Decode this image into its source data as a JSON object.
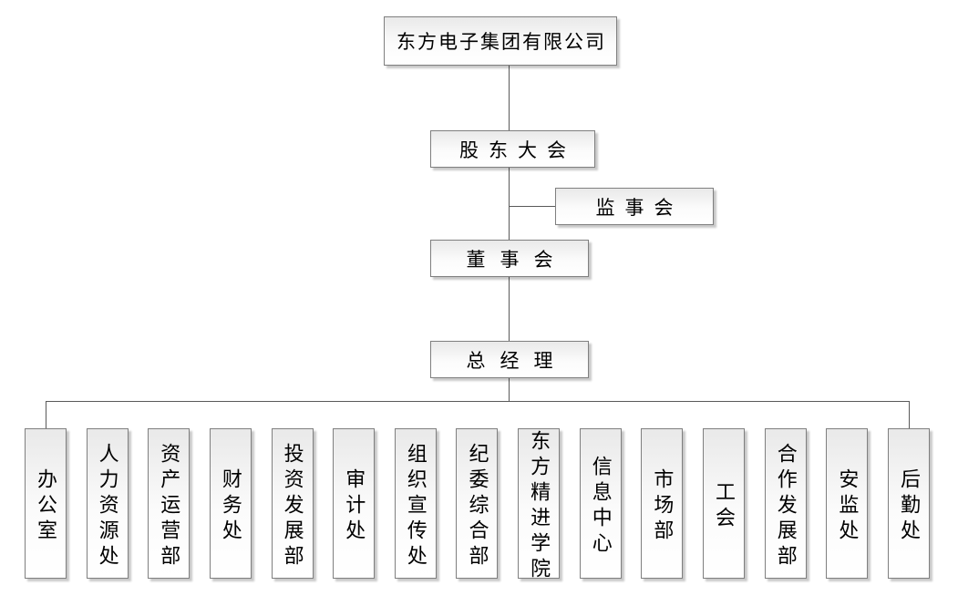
{
  "org": {
    "root": {
      "label": "东方电子集团有限公司"
    },
    "shareholders_meeting": {
      "label": "股东大会"
    },
    "supervisory_board": {
      "label": "监事会"
    },
    "board_of_directors": {
      "label": "董事会"
    },
    "general_manager": {
      "label": "总经理"
    },
    "departments": [
      {
        "label": "办公室"
      },
      {
        "label": "人力资源处"
      },
      {
        "label": "资产运营部"
      },
      {
        "label": "财务处"
      },
      {
        "label": "投资发展部"
      },
      {
        "label": "审计处"
      },
      {
        "label": "组织宣传处"
      },
      {
        "label": "纪委综合部"
      },
      {
        "label": "东方精进学院"
      },
      {
        "label": "信息中心"
      },
      {
        "label": "市场部"
      },
      {
        "label": "工会"
      },
      {
        "label": "合作发展部"
      },
      {
        "label": "安监处"
      },
      {
        "label": "后勤处"
      }
    ],
    "colors": {
      "box_border": "#7f7f7f",
      "box_fill_top": "#e9e9e9",
      "box_fill_bottom": "#ffffff",
      "connector_line": "#595959",
      "text": "#000000",
      "background": "#ffffff"
    }
  }
}
